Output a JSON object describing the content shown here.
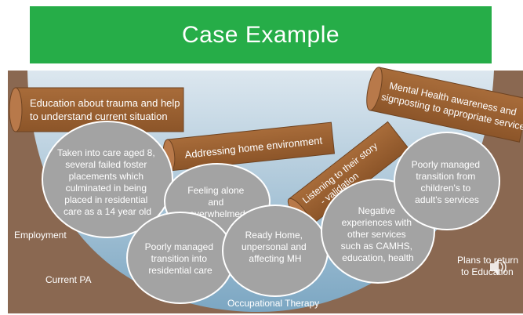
{
  "title": "Case Example",
  "colors": {
    "banner": "#26ad48",
    "water_top": "#dce7ef",
    "water_bottom": "#7ba6c2",
    "earth": "#8a6851",
    "log": "#9a6232",
    "log_end": "#b8794a",
    "bubble": "#a3a3a3"
  },
  "logs": [
    {
      "lines": [
        "Education about trauma and help",
        "to understand current situation"
      ]
    },
    {
      "lines": [
        "Addressing home environment"
      ]
    },
    {
      "lines": [
        "Listening to their story",
        "- validation"
      ]
    },
    {
      "lines": [
        "Mental Health awareness and",
        "signposting to appropriate services"
      ]
    }
  ],
  "bubbles": [
    {
      "lines": [
        "Taken into care aged 8,",
        "several failed foster",
        "placements which",
        "culminated in being",
        "placed in residential",
        "care as a 14 year old"
      ]
    },
    {
      "lines": [
        "Feeling alone",
        "and",
        "overwhelmed"
      ]
    },
    {
      "lines": [
        "Poorly managed",
        "transition into",
        "residential care"
      ]
    },
    {
      "lines": [
        "Ready Home,",
        "unpersonal and",
        "affecting MH"
      ]
    },
    {
      "lines": [
        "Negative",
        "experiences with",
        "other services",
        "such as CAMHS,",
        "education, health"
      ]
    },
    {
      "lines": [
        "Poorly managed",
        "transition from",
        "children's to",
        "adult's services"
      ]
    }
  ],
  "labels": {
    "employment": "Employment",
    "current_pa": "Current PA",
    "occupational_therapy": "Occupational Therapy",
    "plans_line1": "Plans to return",
    "plans_line2": "to Education"
  },
  "icons": {
    "audio": "speaker-icon"
  }
}
